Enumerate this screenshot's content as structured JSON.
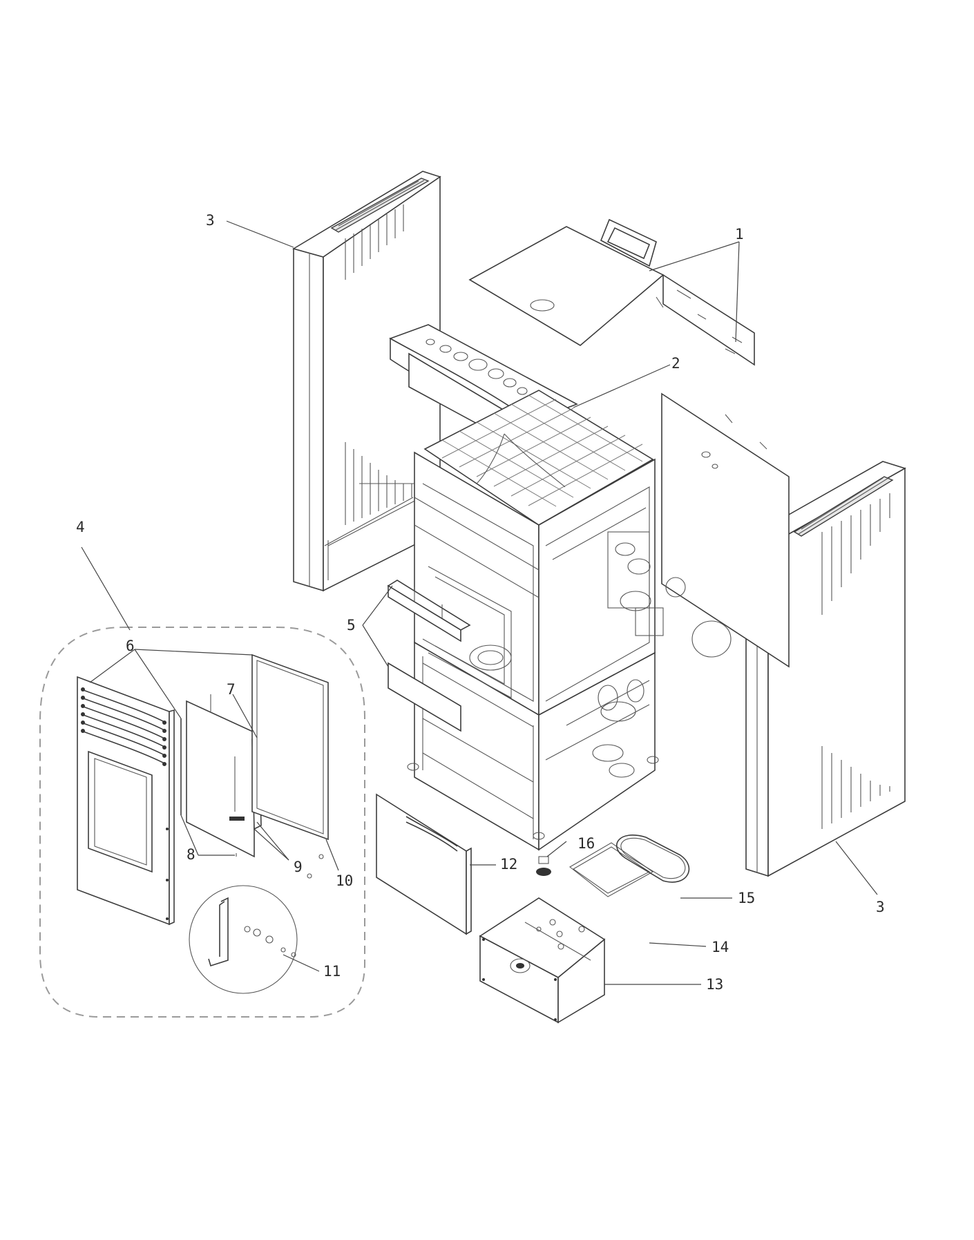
{
  "callouts": {
    "c1": "1",
    "c2": "2",
    "c3_left": "3",
    "c3_right": "3",
    "c4": "4",
    "c5": "5",
    "c6": "6",
    "c7": "7",
    "c8": "8",
    "c9": "9",
    "c10": "10",
    "c11": "11",
    "c12": "12",
    "c13": "13",
    "c14": "14",
    "c15": "15",
    "c16": "16"
  },
  "colors": {
    "line": "#3c3c3c",
    "background": "#ffffff",
    "dashed_boundary": "#9a9a9a"
  }
}
